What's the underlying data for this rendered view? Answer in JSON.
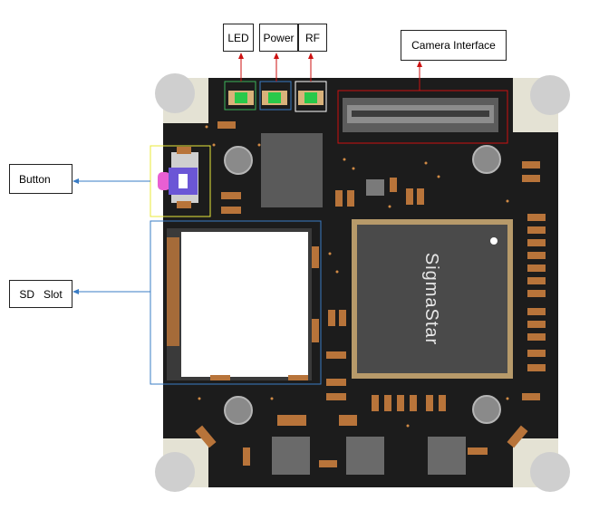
{
  "labels": {
    "led": "LED",
    "power": "Power",
    "rf": "RF",
    "camera": "Camera Interface",
    "button": "Button",
    "sd_slot": "SD   Slot"
  },
  "chip": {
    "brand": "SigmaStar"
  },
  "colors": {
    "board": "#1c1c1c",
    "corner_pad": "#e4e2d4",
    "arrow_red": "#cc1111",
    "arrow_blue": "#3a7cc4",
    "pad_orange": "#b8743a",
    "chip_body": "#4a4a4a",
    "button_purple": "#6b56d6",
    "button_pink": "#e85fd3"
  }
}
